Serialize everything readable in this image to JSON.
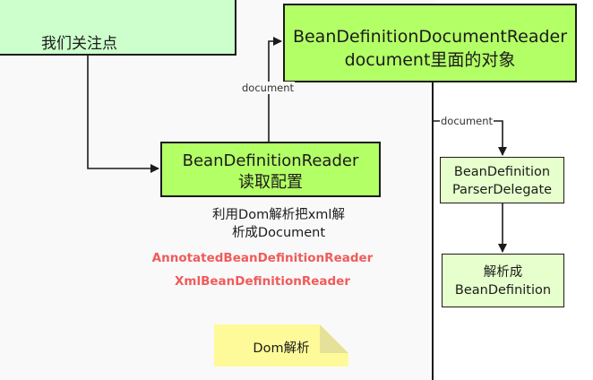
{
  "nodes": {
    "focus": {
      "label": "我们关注点"
    },
    "doc_reader": {
      "line1": "BeanDefinitionDocumentReader",
      "line2": "document里面的对象"
    },
    "bean_reader": {
      "line1": "BeanDefinitionReader",
      "line2": "读取配置"
    },
    "delegate": {
      "line1": "BeanDefinition",
      "line2": "ParserDelegate"
    },
    "parse": {
      "line1": "解析成",
      "line2": "BeanDefinition"
    }
  },
  "edge_labels": {
    "doc_1": "document",
    "doc_2": "document"
  },
  "notes": {
    "dom_line1": "利用Dom解析把xml解",
    "dom_line2": "析成Document",
    "impl_1": "AnnotatedBeanDefinitionReader",
    "impl_2": "XmlBeanDefinitionReader"
  },
  "sticky": {
    "label": "Dom解析"
  },
  "colors": {
    "focus_fill": "#ccffcc",
    "primary_fill": "#b3ff66",
    "secondary_fill": "#e6ffcc",
    "highlight_text": "#f05b5b",
    "sticky_fill": "#fffa99"
  }
}
